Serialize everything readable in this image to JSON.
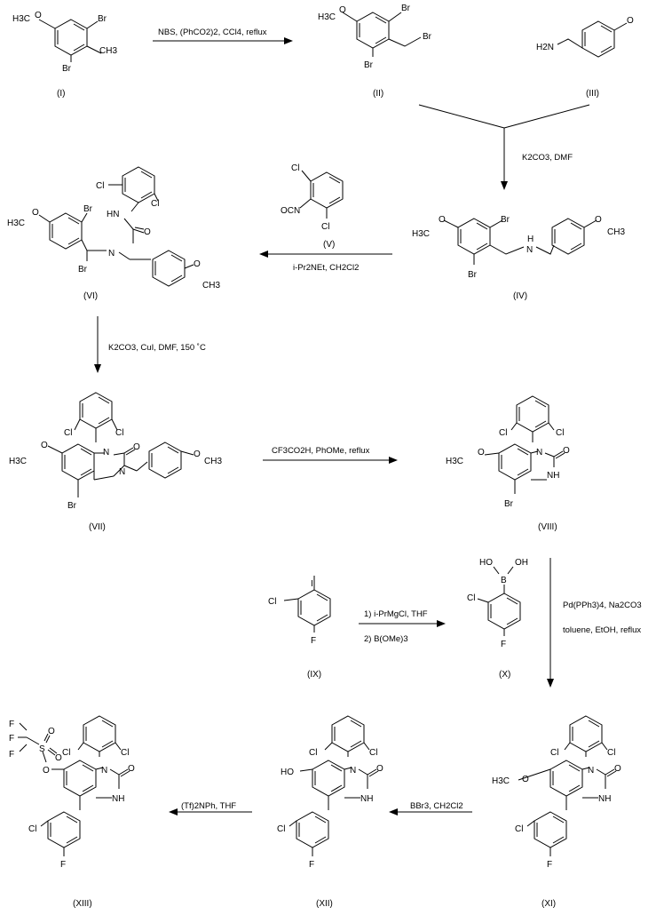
{
  "compounds": {
    "I": {
      "label": "(I)",
      "atoms": {
        "methoxy": "H3C",
        "o": "O",
        "br_top": "Br",
        "ch3": "CH3",
        "br_bottom": "Br"
      }
    },
    "II": {
      "label": "(II)",
      "atoms": {
        "methoxy": "H3C",
        "o": "O",
        "br_top": "Br",
        "br_ch2": "Br",
        "br_bottom": "Br"
      }
    },
    "III": {
      "label": "(III)",
      "atoms": {
        "nh2": "H2N",
        "o": "O"
      }
    },
    "IV": {
      "label": "(IV)",
      "atoms": {
        "methoxy": "H3C",
        "o": "O",
        "br_top": "Br",
        "nh": "H",
        "n": "N",
        "br_bottom": "Br",
        "o2": "O",
        "ch3": "CH3"
      }
    },
    "V": {
      "label": "(V)",
      "atoms": {
        "cl_top": "Cl",
        "ocn": "OCN",
        "cl_bottom": "Cl"
      }
    },
    "VI": {
      "label": "(VI)",
      "atoms": {
        "cl_left": "Cl",
        "cl_right": "Cl",
        "hn": "HN",
        "o": "O",
        "methoxy": "H3C",
        "o_me": "O",
        "br_top": "Br",
        "n": "N",
        "br_bottom": "Br",
        "o2": "O",
        "ch3": "CH3"
      }
    },
    "VII": {
      "label": "(VII)",
      "atoms": {
        "cl_left": "Cl",
        "cl_right": "Cl",
        "methoxy": "H3C",
        "o_me": "O",
        "n1": "N",
        "o": "O",
        "n3": "N",
        "o2": "O",
        "ch3": "CH3",
        "br": "Br"
      }
    },
    "VIII": {
      "label": "(VIII)",
      "atoms": {
        "cl_left": "Cl",
        "cl_right": "Cl",
        "methoxy": "H3C",
        "o_me": "O",
        "n1": "N",
        "o": "O",
        "nh": "NH",
        "br": "Br"
      }
    },
    "IX": {
      "label": "(IX)",
      "atoms": {
        "i": "I",
        "cl": "Cl",
        "f": "F"
      }
    },
    "X": {
      "label": "(X)",
      "atoms": {
        "ho": "HO",
        "oh": "OH",
        "b": "B",
        "cl": "Cl",
        "f": "F"
      }
    },
    "XI": {
      "label": "(XI)",
      "atoms": {
        "cl_left": "Cl",
        "cl_right": "Cl",
        "methoxy": "H3C",
        "o_me": "O",
        "n1": "N",
        "o": "O",
        "nh": "NH",
        "cl_ar": "Cl",
        "f": "F"
      }
    },
    "XII": {
      "label": "(XII)",
      "atoms": {
        "cl_left": "Cl",
        "cl_right": "Cl",
        "ho": "HO",
        "n1": "N",
        "o": "O",
        "nh": "NH",
        "cl_ar": "Cl",
        "f": "F"
      }
    },
    "XIII": {
      "label": "(XIII)",
      "atoms": {
        "f1": "F",
        "f2": "F",
        "f3": "F",
        "s": "S",
        "o_s1": "O",
        "o_s2": "O",
        "o_link": "O",
        "cl_left": "Cl",
        "cl_right": "Cl",
        "n1": "N",
        "o": "O",
        "nh": "NH",
        "cl_ar": "Cl",
        "f": "F"
      }
    }
  },
  "reactions": {
    "r1": {
      "conditions": [
        "NBS, (PhCO2)2, CCl4, reflux"
      ]
    },
    "r2": {
      "conditions": [
        "K2CO3, DMF"
      ]
    },
    "r3": {
      "conditions": [
        "i-Pr2NEt, CH2Cl2"
      ]
    },
    "r4": {
      "conditions": [
        "K2CO3, CuI, DMF, 150 ˚C"
      ]
    },
    "r5": {
      "conditions": [
        "CF3CO2H, PhOMe, reflux"
      ]
    },
    "r6": {
      "conditions": [
        "1) i-PrMgCl, THF",
        "2) B(OMe)3"
      ]
    },
    "r7": {
      "conditions": [
        "Pd(PPh3)4, Na2CO3",
        "toluene, EtOH, reflux"
      ]
    },
    "r8": {
      "conditions": [
        "BBr3, CH2Cl2"
      ]
    },
    "r9": {
      "conditions": [
        "(Tf)2NPh, THF"
      ]
    }
  }
}
